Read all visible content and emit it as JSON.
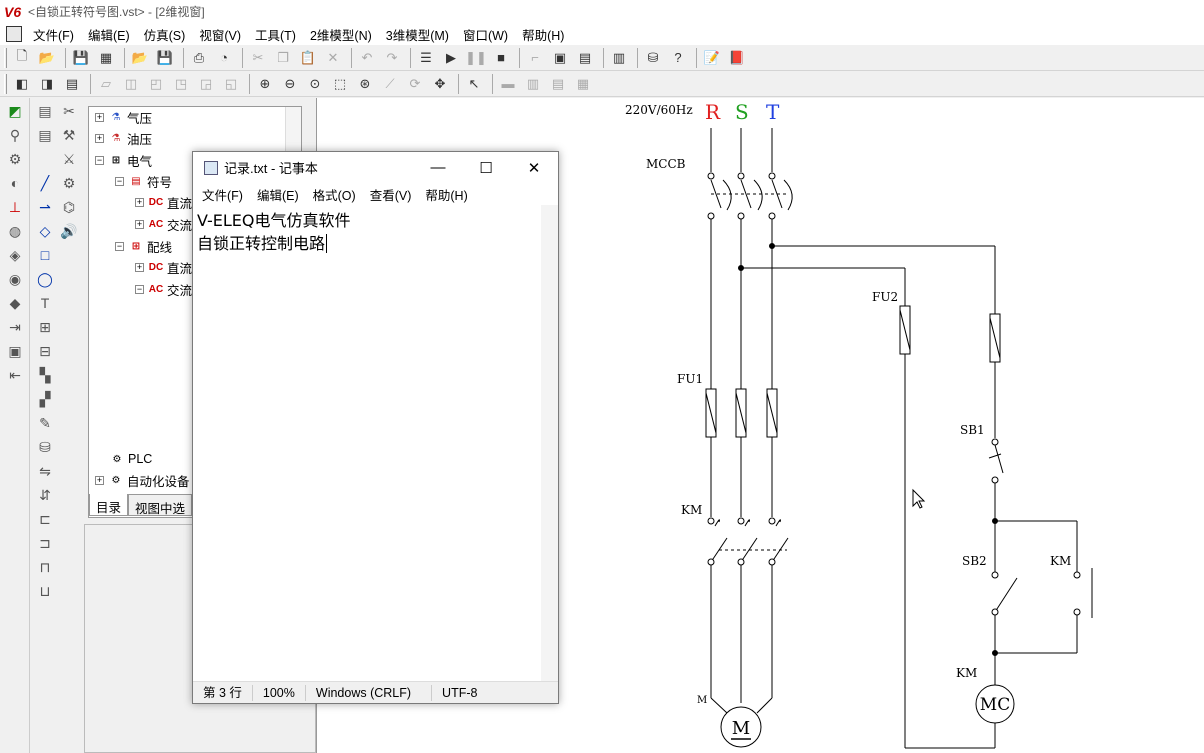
{
  "window": {
    "title": "<自锁正转符号图.vst> - [2维视窗]",
    "logo": "V6"
  },
  "menu": [
    "文件(F)",
    "编辑(E)",
    "仿真(S)",
    "视窗(V)",
    "工具(T)",
    "2维模型(N)",
    "3维模型(M)",
    "窗口(W)",
    "帮助(H)"
  ],
  "tree": {
    "items": [
      {
        "label": "气压",
        "expander": "+"
      },
      {
        "label": "油压",
        "expander": "+"
      },
      {
        "label": "电气",
        "expander": "−"
      },
      {
        "label": "符号",
        "expander": "−"
      },
      {
        "label": "直流",
        "expander": "+",
        "icon": "DC"
      },
      {
        "label": "交流",
        "expander": "+",
        "icon": "AC"
      },
      {
        "label": "配线",
        "expander": "−"
      },
      {
        "label": "直流",
        "expander": "+",
        "icon": "DC"
      },
      {
        "label": "交流",
        "expander": "−",
        "icon": "AC"
      },
      {
        "label": "PLC",
        "expander": ""
      },
      {
        "label": "自动化设备",
        "expander": "+"
      }
    ],
    "tabs": [
      "目录",
      "视图中选"
    ]
  },
  "notepad": {
    "title": "记录.txt - 记事本",
    "menu": [
      "文件(F)",
      "编辑(E)",
      "格式(O)",
      "查看(V)",
      "帮助(H)"
    ],
    "lines": [
      "V-ELEQ电气仿真软件",
      "",
      "自锁正转控制电路"
    ],
    "status": {
      "position": "第 3 行",
      "zoom": "100%",
      "line_ending": "Windows (CRLF)",
      "encoding": "UTF-8"
    }
  },
  "diagram": {
    "supply": "220V/60Hz",
    "phases": [
      "R",
      "S",
      "T"
    ],
    "phase_colors": [
      "#e02020",
      "#20a020",
      "#2040e0"
    ],
    "labels": {
      "mccb": "MCCB",
      "fu1": "FU1",
      "fu2": "FU2",
      "km_main": "KM",
      "motor": "M",
      "motor_symbol": "M",
      "sb1": "SB1",
      "sb2": "SB2",
      "km_aux": "KM",
      "km_coil": "KM",
      "coil": "MC"
    }
  }
}
